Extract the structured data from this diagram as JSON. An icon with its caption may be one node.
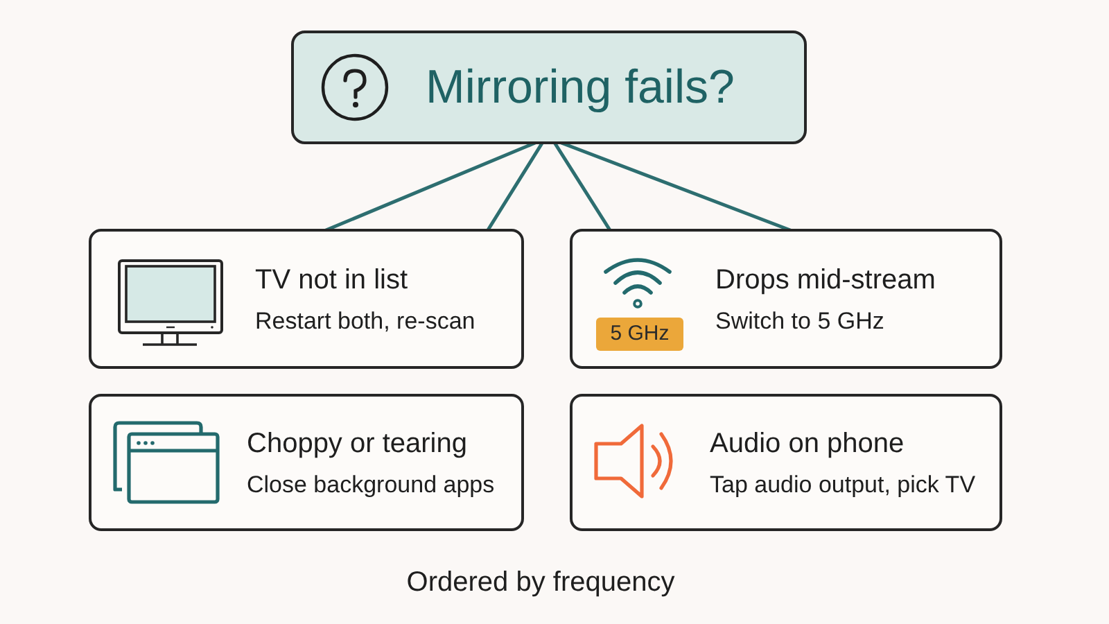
{
  "diagram": {
    "nodes": [
      {
        "text": [
          "Mirroring fails?"
        ]
      },
      {
        "text": [
          "TV not in list",
          "Restart both, re-scan"
        ]
      },
      {
        "text": [
          "5 GHz",
          "Drops mid-stream",
          "Switch to 5 GHz"
        ]
      },
      {
        "text": [
          "Choppy or tearing",
          "Close background apps"
        ]
      },
      {
        "text": [
          "Audio on phone",
          "Tap audio output, pick TV"
        ]
      }
    ],
    "edges": [
      {
        "from": 0,
        "to": 1,
        "arrow": "none"
      },
      {
        "from": 0,
        "to": 1,
        "arrow": "none"
      },
      {
        "from": 0,
        "to": 2,
        "arrow": "none"
      },
      {
        "from": 0,
        "to": 2,
        "arrow": "none"
      }
    ],
    "caption": "Ordered by frequency"
  }
}
